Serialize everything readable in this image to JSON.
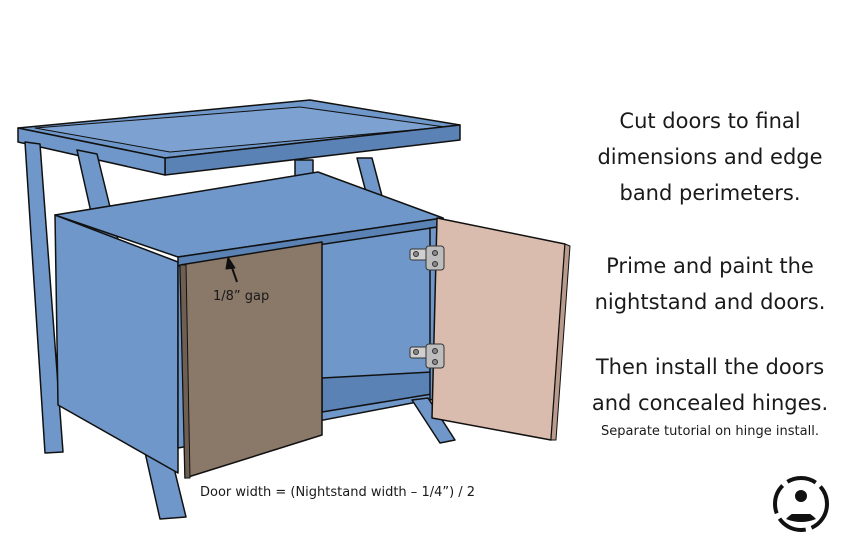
{
  "instructions": {
    "step1": [
      "Cut doors to final",
      "dimensions and edge",
      "band perimeters."
    ],
    "step2": [
      "Prime and paint the",
      "nightstand and doors."
    ],
    "step3": [
      "Then install the doors",
      "and concealed hinges."
    ],
    "note": "Separate tutorial on hinge install."
  },
  "labels": {
    "gap": "1/8” gap",
    "formula": "Door width = (Nightstand width – 1/4”) / 2"
  },
  "colors": {
    "blue": "#6f97c9",
    "blue_dark": "#5a82b5",
    "door_left": "#8a7868",
    "door_right": "#d9bcad",
    "outline": "#111111"
  },
  "icons": {
    "logo": "woodworker-logo-icon"
  }
}
